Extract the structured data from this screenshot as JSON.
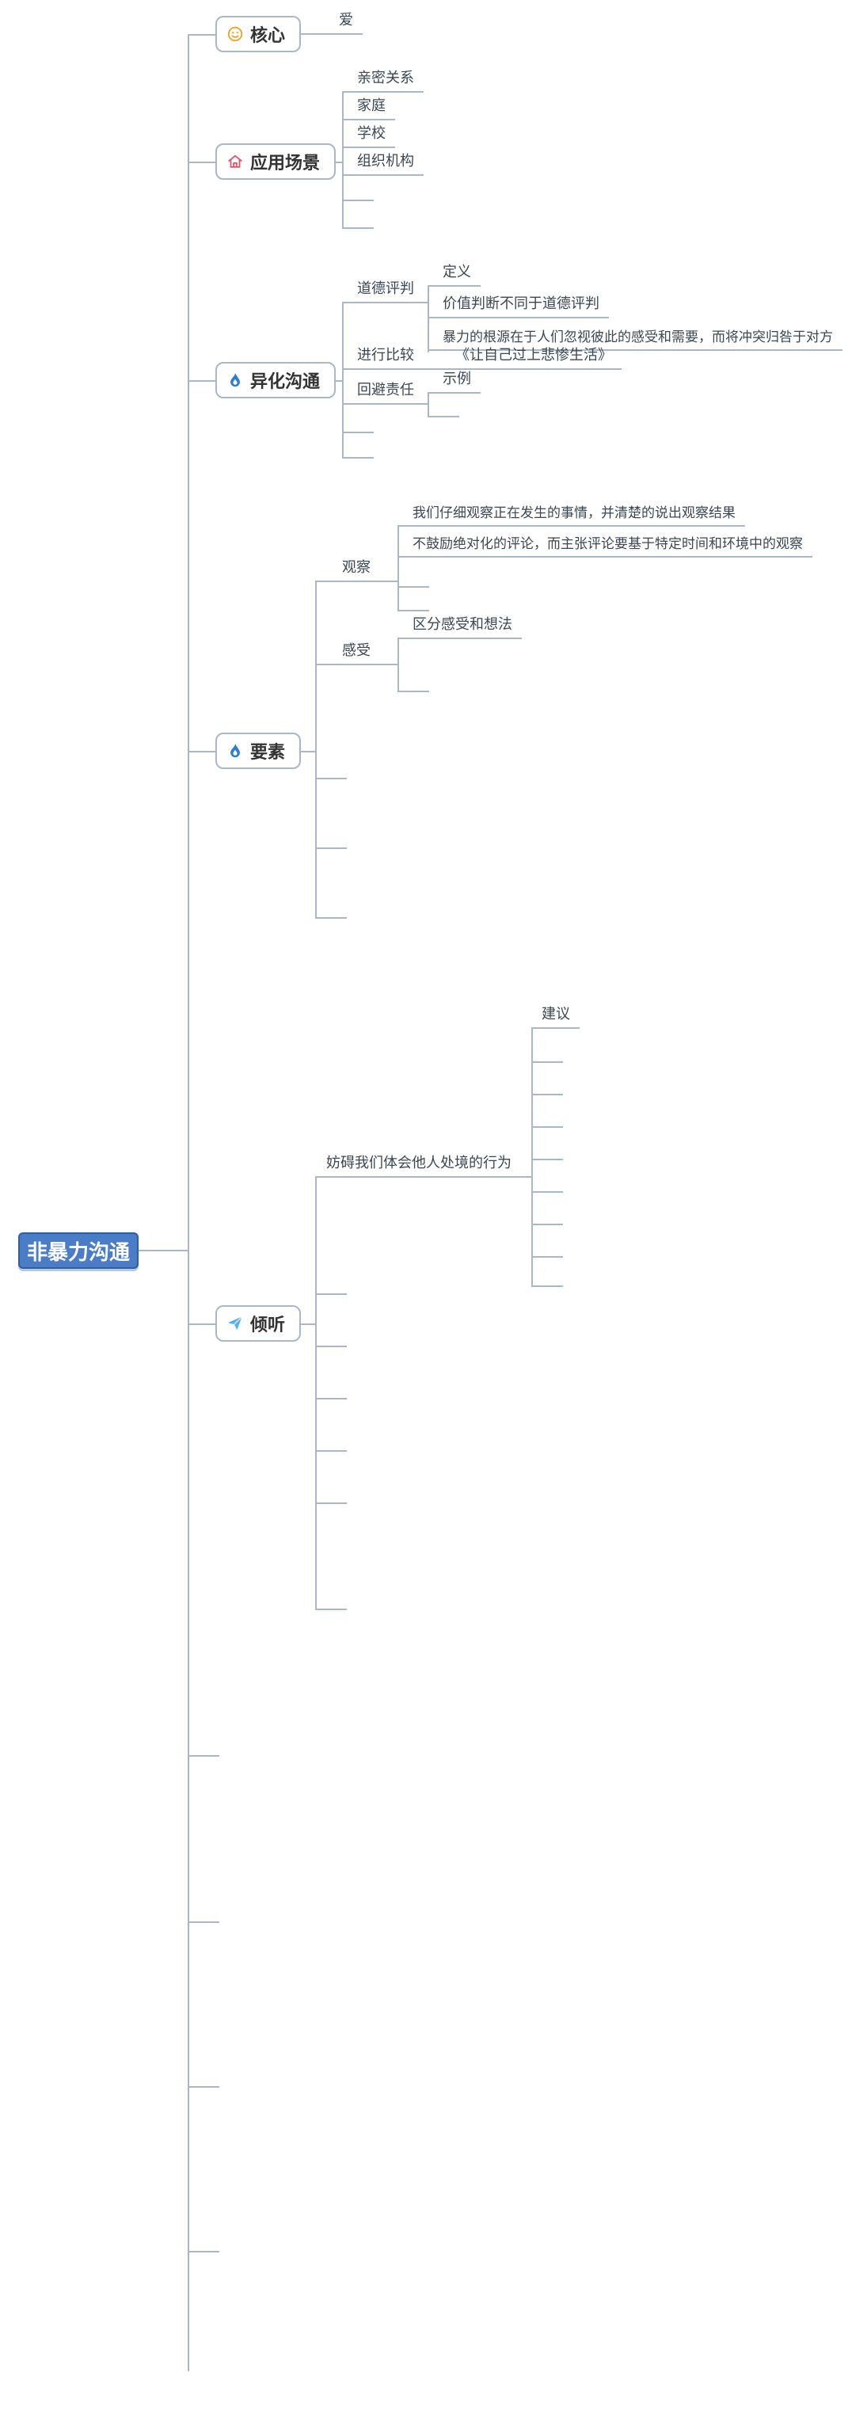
{
  "root": {
    "label": "非暴力沟通"
  },
  "branches": [
    {
      "label": "核心",
      "icon": "smiley-icon",
      "children": [
        {
          "label": "爱"
        }
      ]
    },
    {
      "label": "应用场景",
      "icon": "home-icon",
      "children": [
        {
          "label": "亲密关系"
        },
        {
          "label": "家庭"
        },
        {
          "label": "学校"
        },
        {
          "label": "组织机构"
        },
        {
          "label": ""
        },
        {
          "label": ""
        }
      ]
    },
    {
      "label": "异化沟通",
      "icon": "flame-icon",
      "children": [
        {
          "label": "道德评判",
          "children": [
            {
              "label": "定义"
            },
            {
              "label": "价值判断不同于道德评判"
            },
            {
              "label": "暴力的根源在于人们忽视彼此的感受和需要，而将冲突归咎于对方"
            }
          ]
        },
        {
          "label": "进行比较",
          "children": [
            {
              "label": "《让自己过上悲惨生活》"
            }
          ]
        },
        {
          "label": "回避责任",
          "children": [
            {
              "label": "示例"
            },
            {
              "label": ""
            }
          ]
        },
        {
          "label": ""
        },
        {
          "label": ""
        }
      ]
    },
    {
      "label": "要素",
      "icon": "flame-icon",
      "children": [
        {
          "label": "观察",
          "children": [
            {
              "label": "我们仔细观察正在发生的事情，并清楚的说出观察结果"
            },
            {
              "label": "不鼓励绝对化的评论，而主张评论要基于特定时间和环境中的观察"
            },
            {
              "label": ""
            },
            {
              "label": ""
            }
          ]
        },
        {
          "label": "感受",
          "children": [
            {
              "label": "区分感受和想法"
            },
            {
              "label": ""
            }
          ]
        },
        {
          "label": ""
        },
        {
          "label": ""
        },
        {
          "label": ""
        }
      ]
    },
    {
      "label": "倾听",
      "icon": "plane-icon",
      "children": [
        {
          "label": "妨碍我们体会他人处境的行为",
          "children": [
            {
              "label": "建议"
            },
            {
              "label": ""
            },
            {
              "label": ""
            },
            {
              "label": ""
            },
            {
              "label": ""
            },
            {
              "label": ""
            },
            {
              "label": ""
            },
            {
              "label": ""
            },
            {
              "label": ""
            }
          ]
        },
        {
          "label": ""
        },
        {
          "label": ""
        },
        {
          "label": ""
        },
        {
          "label": ""
        },
        {
          "label": ""
        },
        {
          "label": ""
        }
      ]
    },
    {
      "label": ""
    },
    {
      "label": ""
    },
    {
      "label": ""
    },
    {
      "label": ""
    }
  ],
  "colors": {
    "root_bg": "#4a7cc7",
    "root_border": "#2d5fa7",
    "root_text": "#ffffff",
    "line": "#a9b8c6",
    "box_border": "#a9b8c6",
    "topic_text": "#333333",
    "node_text": "#3b4752",
    "smiley_icon": "#f0a424",
    "home_icon": "#e05666",
    "flame_icon": "#2e7cd6",
    "plane_icon": "#54b0e8"
  }
}
